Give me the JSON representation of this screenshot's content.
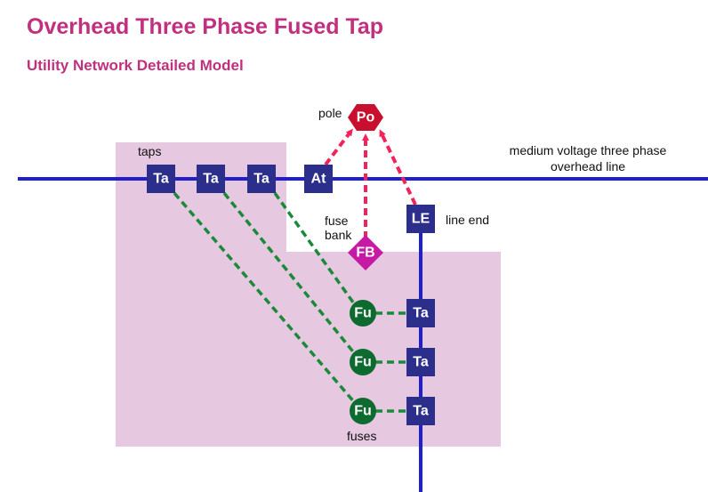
{
  "title": "Overhead Three Phase Fused Tap",
  "subtitle": "Utility Network Detailed Model",
  "labels": {
    "pole": "pole",
    "taps": "taps",
    "line_top": "medium voltage three phase",
    "line_bottom": "overhead line",
    "fuse": "fuse",
    "bank": "bank",
    "line_end": "line end",
    "fuses": "fuses"
  },
  "nodes": {
    "tap": "Ta",
    "attachment": "At",
    "pole": "Po",
    "line_end": "LE",
    "fuse_bank": "FB",
    "fuse": "Fu"
  },
  "colors": {
    "line": "#1f1fd0",
    "node": "#2b2e8a",
    "pole": "#c8102e",
    "fuse_bank": "#c71aa4",
    "fuse": "#0e6b2f",
    "association": "#f0245a",
    "connection": "#1a8a3a",
    "region": "#e6c8e0",
    "title": "#c0307f"
  }
}
